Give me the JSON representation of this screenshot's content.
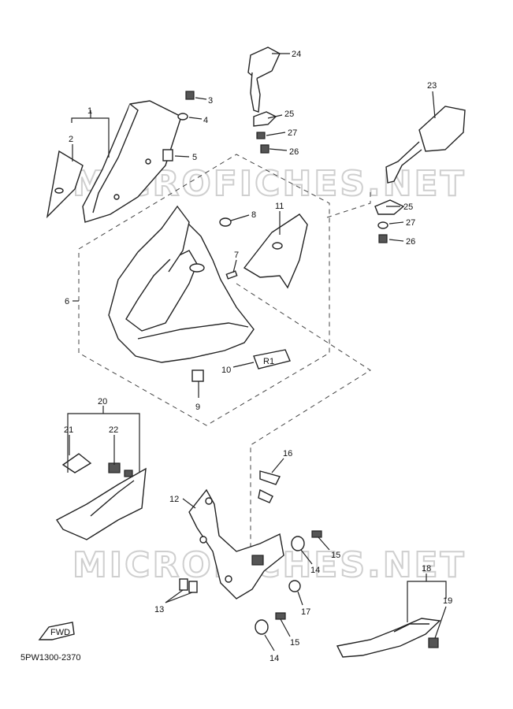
{
  "watermark": "MICROFICHES.NET",
  "diagram_code": "5PW1300-2370",
  "fwd_label": "FWD",
  "emblem_text": "R1",
  "callouts": [
    "1",
    "2",
    "3",
    "4",
    "5",
    "6",
    "7",
    "8",
    "9",
    "10",
    "11",
    "12",
    "13",
    "14",
    "14",
    "15",
    "15",
    "16",
    "17",
    "18",
    "19",
    "20",
    "21",
    "22",
    "23",
    "24",
    "25",
    "25",
    "26",
    "26",
    "27",
    "27"
  ]
}
